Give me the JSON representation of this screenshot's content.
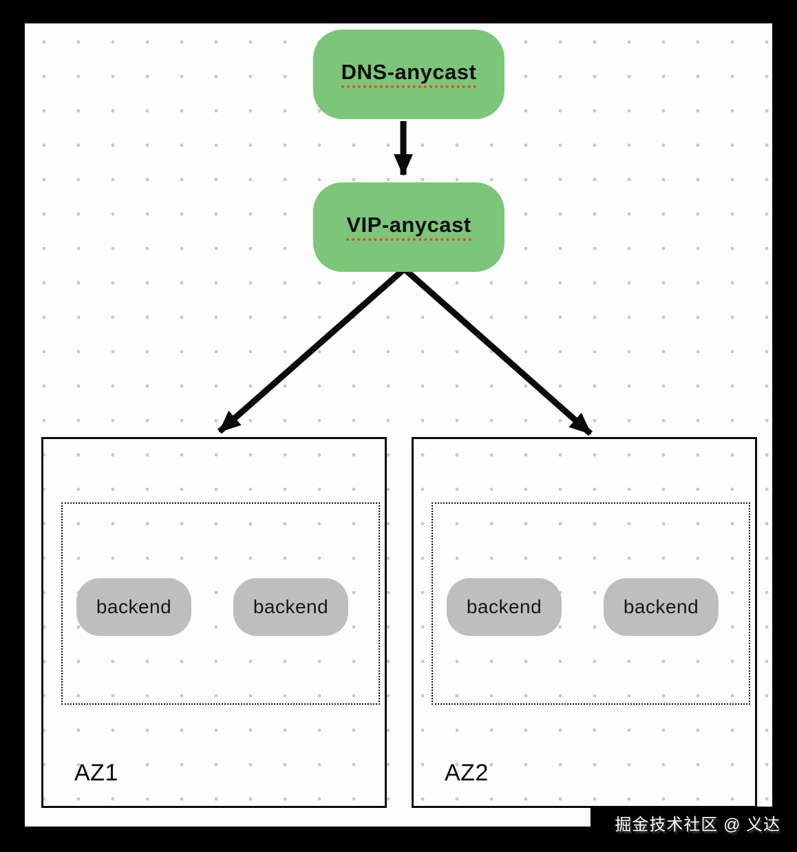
{
  "diagram": {
    "dns_label": "DNS-anycast",
    "vip_label": "VIP-anycast",
    "zones": [
      {
        "label": "AZ1",
        "backends": [
          {
            "label": "backend"
          },
          {
            "label": "backend"
          }
        ]
      },
      {
        "label": "AZ2",
        "backends": [
          {
            "label": "backend"
          },
          {
            "label": "backend"
          }
        ]
      }
    ],
    "colors": {
      "node_green": "#7cc67a",
      "backend_gray": "#bebebe",
      "underline_red": "#d94f35",
      "frame_black": "#000000"
    }
  },
  "watermark": {
    "text": "掘金技术社区 @ 义达"
  }
}
